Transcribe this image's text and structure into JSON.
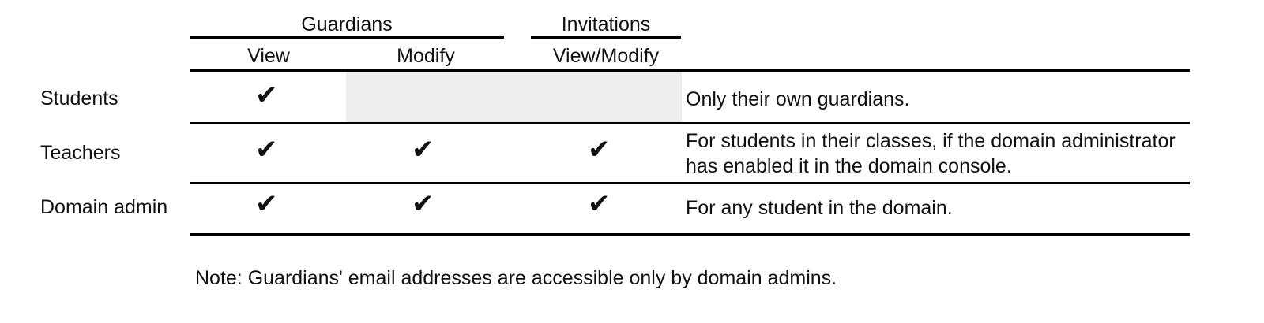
{
  "table": {
    "group_headers": [
      {
        "id": "guardians",
        "label": "Guardians"
      },
      {
        "id": "invitations",
        "label": "Invitations"
      }
    ],
    "column_headers": [
      {
        "id": "view",
        "label": "View",
        "group": "guardians"
      },
      {
        "id": "modify",
        "label": "Modify",
        "group": "guardians"
      },
      {
        "id": "view_modify",
        "label": "View/Modify",
        "group": "invitations"
      }
    ],
    "rows": [
      {
        "id": "students",
        "label": "Students",
        "guardians_view": "check",
        "guardians_modify": "shaded-empty",
        "invitations_view_modify": "shaded-empty",
        "description": "Only their own guardians."
      },
      {
        "id": "teachers",
        "label": "Teachers",
        "guardians_view": "check",
        "guardians_modify": "check",
        "invitations_view_modify": "check",
        "description": "For students in their classes, if the domain administrator\nhas enabled it in the domain console."
      },
      {
        "id": "domain_admin",
        "label": "Domain admin",
        "guardians_view": "check",
        "guardians_modify": "check",
        "invitations_view_modify": "check",
        "description": "For any student in the domain."
      }
    ],
    "check_glyph": "✔",
    "footnote": "Note: Guardians' email addresses are accessible only by domain admins."
  },
  "colors": {
    "text": "#111111",
    "rule": "#000000",
    "shaded_cell": "#eeeeee",
    "background": "#ffffff"
  }
}
